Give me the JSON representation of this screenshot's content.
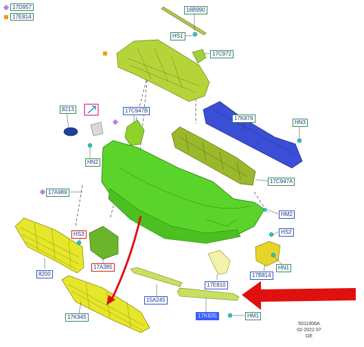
{
  "legend": [
    {
      "code": "17D957",
      "marker": "diamond",
      "color": "#b77ee6"
    },
    {
      "code": "17E814",
      "marker": "square",
      "color": "#f39a1e"
    }
  ],
  "labels": {
    "l_16b990": "16B990",
    "l_hs1": "HS1",
    "l_17c972": "17C972",
    "l_17k876": "17K876",
    "l_hn3": "HN3",
    "l_8213": "8213",
    "l_17c947b": "17C947B",
    "l_hn2": "HN2",
    "l_17c947a": "17C947A",
    "l_17a989": "17A989",
    "l_hm2": "HM2",
    "l_hs2": "HS2",
    "l_hs3": "HS3",
    "l_17a385": "17A385",
    "l_8200": "8200",
    "l_17b814": "17B814",
    "l_hn1": "HN1",
    "l_17e810": "17E810",
    "l_15a245": "15A245",
    "l_17k945": "17K945",
    "l_17k835": "17K835",
    "l_hm1": "HM1"
  },
  "footer": {
    "line1": "5011906A",
    "line2": "02-2022 07",
    "line3": "GE"
  },
  "colors": {
    "part_green": "#5ad42a",
    "part_yellow": "#e6e62a",
    "part_blue": "#3b4fd6",
    "arrow_red": "#e01010"
  }
}
